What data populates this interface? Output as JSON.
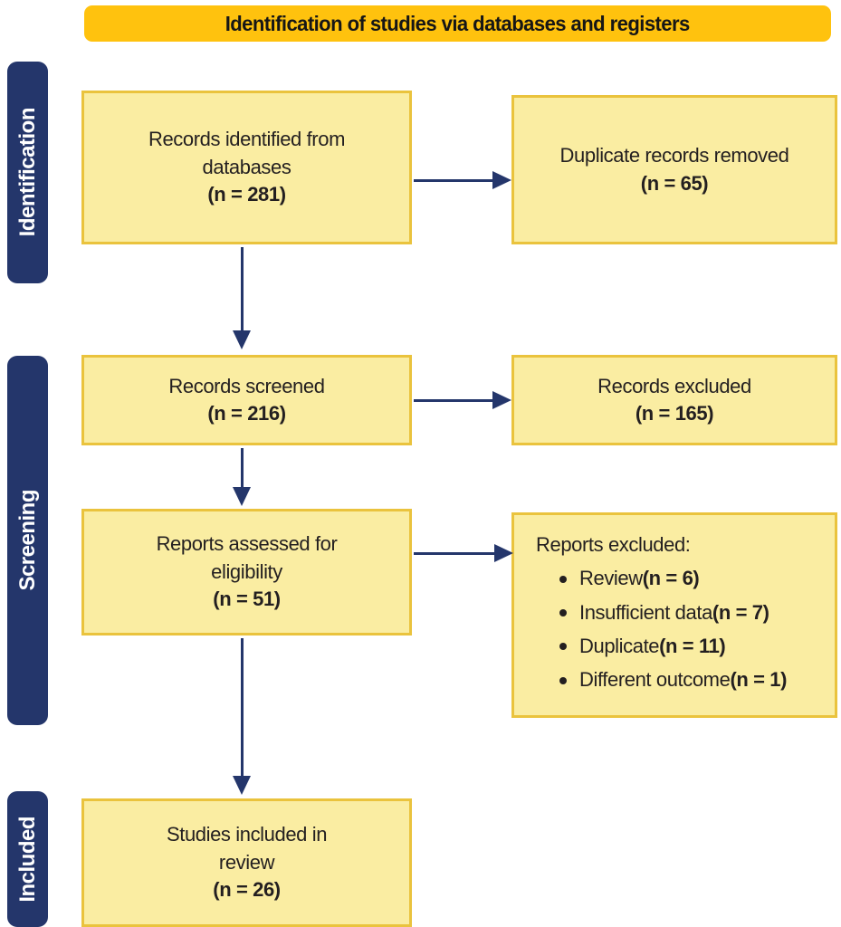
{
  "banner": {
    "title": "Identification of studies via databases and registers"
  },
  "sidebar": {
    "stages": [
      {
        "label": "Identification"
      },
      {
        "label": "Screening"
      },
      {
        "label": "Included"
      }
    ]
  },
  "flow": {
    "records_identified": {
      "lines": [
        "Records identified from",
        "databases"
      ],
      "n": "(n = 281)"
    },
    "duplicates_removed": {
      "lines": [
        "Duplicate records removed"
      ],
      "n": "(n = 65)"
    },
    "records_screened": {
      "lines": [
        "Records screened"
      ],
      "n": "(n = 216)"
    },
    "records_excluded": {
      "lines": [
        "Records excluded"
      ],
      "n": "(n = 165)"
    },
    "reports_assessed": {
      "lines": [
        "Reports assessed for",
        "eligibility"
      ],
      "n": "(n = 51)"
    },
    "reports_excluded": {
      "title": "Reports excluded:",
      "reasons": [
        {
          "text": "Review ",
          "n": "(n = 6)"
        },
        {
          "text": "Insufficient data ",
          "n": "(n = 7)"
        },
        {
          "text": "Duplicate ",
          "n": "(n = 11)"
        },
        {
          "text": "Different outcome ",
          "n": "(n = 1)"
        }
      ]
    },
    "studies_included": {
      "lines": [
        "Studies included in",
        "review"
      ],
      "n": "(n = 26)"
    }
  },
  "colors": {
    "banner_bg": "#FFC20E",
    "box_bg": "#FAEDA2",
    "box_border": "#EAC33D",
    "sidebar_bg": "#24366B",
    "arrow": "#24366B",
    "text": "#231F20",
    "banner_text": "#161616",
    "stage_text": "#FFFFFF"
  }
}
